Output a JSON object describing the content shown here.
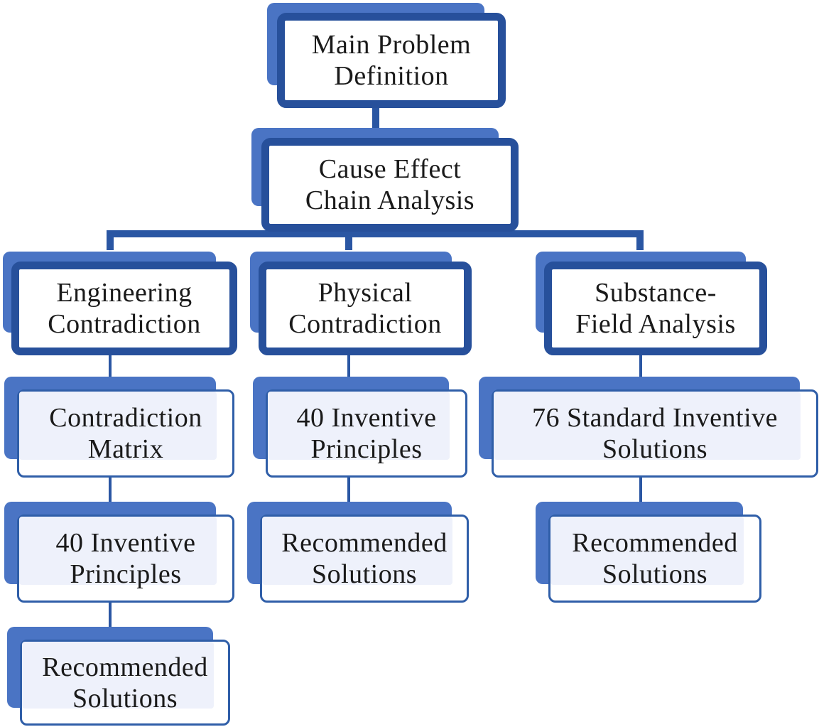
{
  "diagram": {
    "nodes": {
      "main_problem": "Main Problem\nDefinition",
      "cause_effect": "Cause Effect\nChain Analysis",
      "engineering": "Engineering\nContradiction",
      "physical": "Physical\nContradiction",
      "substance_field": "Substance-\nField  Analysis",
      "contradiction_matrix": "Contradiction\nMatrix",
      "inventive_principles_left": "40  Inventive\nPrinciples",
      "recommended_left": "Recommended\nSolutions",
      "inventive_principles_mid": "40  Inventive\nPrinciples",
      "recommended_mid": "Recommended\nSolutions",
      "standard_solutions": "76  Standard Inventive\nSolutions",
      "recommended_right": "Recommended\nSolutions"
    },
    "colors": {
      "border_dark": "#27509b",
      "border_thin": "#2f5ea8",
      "shadow": "#4a74c4",
      "fill": "#eef1fb",
      "connector": "#2a56a3"
    }
  }
}
